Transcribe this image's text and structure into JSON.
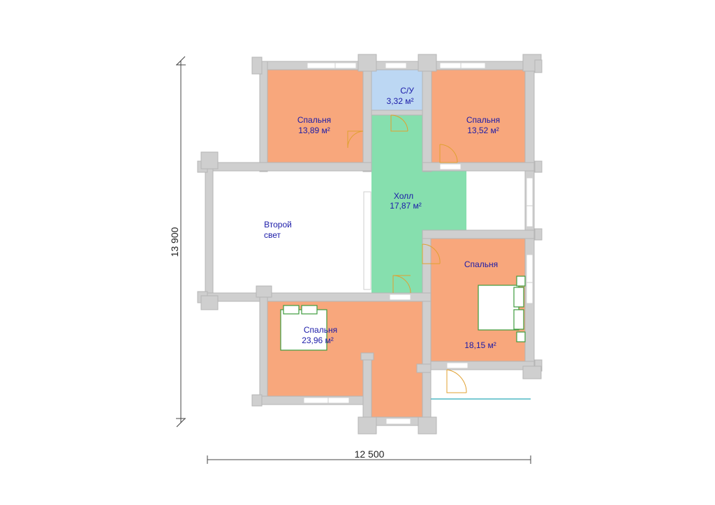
{
  "rooms": {
    "bedroom_top_left": {
      "name": "Спальня",
      "area": "13,89 м²"
    },
    "bathroom": {
      "name": "С/У",
      "area": "3,32 м²"
    },
    "bedroom_top_right": {
      "name": "Спальня",
      "area": "13,52 м²"
    },
    "second_light": {
      "line1": "Второй",
      "line2": "свет"
    },
    "hall": {
      "name": "Холл",
      "area": "17,87 м²"
    },
    "bedroom_right": {
      "name": "Спальня",
      "area": "18,15 м²"
    },
    "bedroom_bottom": {
      "name": "Спальня",
      "area": "23,96 м²"
    }
  },
  "dimensions": {
    "width": "12 500",
    "height": "13 900"
  },
  "colors": {
    "bedroom": "#f8a77c",
    "bathroom": "#bcd7f3",
    "hall": "#86dfae",
    "wall": "#cfcfcf",
    "text": "#1a1aa8",
    "furniture": "#3d9b3d",
    "door": "#e0a030"
  }
}
